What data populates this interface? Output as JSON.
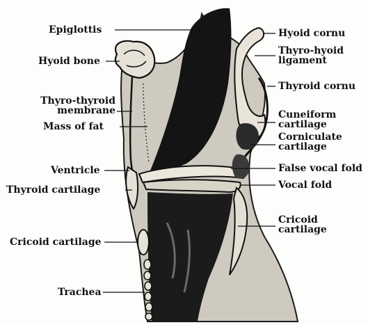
{
  "figure": {
    "labels": {
      "epiglottis": "Epiglottis",
      "hyoid_bone": "Hyoid bone",
      "thyro_thyroid_membrane": [
        "Thyro-thyroid",
        "membrane"
      ],
      "mass_of_fat": "Mass of fat",
      "ventricle": "Ventricle",
      "thyroid_cartilage": "Thyroid cartilage",
      "cricoid_cartilage_left": "Cricoid cartilage",
      "trachea": "Trachea",
      "hyoid_cornu": "Hyoid cornu",
      "thyro_hyoid_ligament": [
        "Thyro-hyoid",
        "ligament"
      ],
      "thyroid_cornu": "Thyroid cornu",
      "cuneiform_cartilage": [
        "Cuneiform",
        "cartilage"
      ],
      "corniculate_cartilage": [
        "Corniculate",
        "cartilage"
      ],
      "false_vocal_fold": "False vocal fold",
      "vocal_fold": "Vocal fold",
      "cricoid_cartilage_right": [
        "Cricoid",
        "cartilage"
      ]
    }
  }
}
